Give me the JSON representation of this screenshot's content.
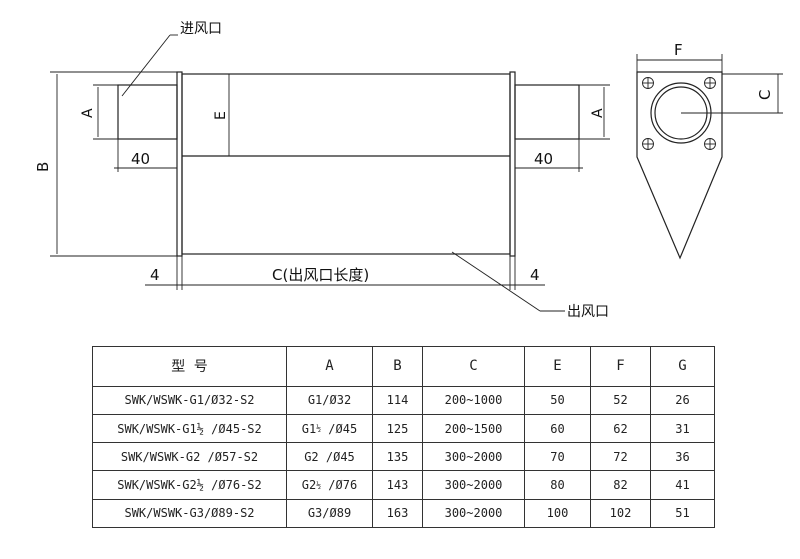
{
  "labels": {
    "air_inlet": "进风口",
    "air_outlet": "出风口",
    "dim_b": "B",
    "dim_a_left": "A",
    "dim_a_right": "A",
    "dim_e": "E",
    "dim_40_left": "40",
    "dim_40_right": "40",
    "dim_4_left": "4",
    "dim_4_right": "4",
    "dim_c_length": "C(出风口长度)",
    "dim_f": "F",
    "dim_g": "C"
  },
  "table": {
    "headers": [
      "型  号",
      "A",
      "B",
      "C",
      "E",
      "F",
      "G"
    ],
    "rows": [
      {
        "model": "SWK/WSWK-G1/Ø32-S2",
        "a_main": "G1",
        "a_frac": "",
        "a_rest": "/Ø32",
        "b": "114",
        "c": "200~1000",
        "e": "50",
        "f": "52",
        "g": "26"
      },
      {
        "model": "SWK/WSWK-G1½ /Ø45-S2",
        "a_main": "G1",
        "a_frac": "½",
        "a_rest": " /Ø45",
        "b": "125",
        "c": "200~1500",
        "e": "60",
        "f": "62",
        "g": "31"
      },
      {
        "model": "SWK/WSWK-G2 /Ø57-S2",
        "a_main": "G2",
        "a_frac": "",
        "a_rest": " /Ø45",
        "b": "135",
        "c": "300~2000",
        "e": "70",
        "f": "72",
        "g": "36"
      },
      {
        "model": "SWK/WSWK-G2½ /Ø76-S2",
        "a_main": "G2",
        "a_frac": "½",
        "a_rest": " /Ø76",
        "b": "143",
        "c": "300~2000",
        "e": "80",
        "f": "82",
        "g": "41"
      },
      {
        "model": "SWK/WSWK-G3/Ø89-S2",
        "a_main": "G3",
        "a_frac": "",
        "a_rest": "/Ø89",
        "b": "163",
        "c": "300~2000",
        "e": "100",
        "f": "102",
        "g": "51"
      }
    ]
  }
}
